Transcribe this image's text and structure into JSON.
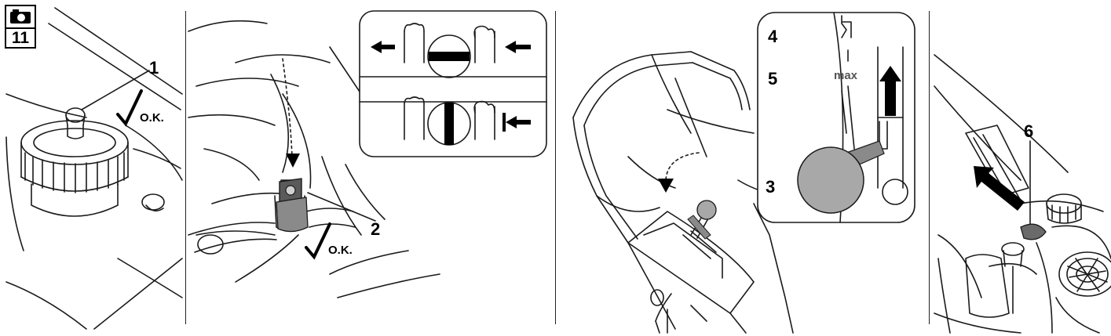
{
  "figure": {
    "number": "11",
    "camera_icon": "camera-icon"
  },
  "panels": [
    {
      "id": "panel-1",
      "callouts": [
        {
          "label": "1"
        }
      ],
      "check": {
        "text": "O.K."
      }
    },
    {
      "id": "panel-2",
      "callouts": [
        {
          "label": "2"
        }
      ],
      "check": {
        "text": "O.K."
      }
    },
    {
      "id": "panel-3",
      "callouts": [
        {
          "label": "4"
        },
        {
          "label": "5"
        },
        {
          "label": "3"
        }
      ],
      "scale_text": "max"
    },
    {
      "id": "panel-4",
      "callouts": [
        {
          "label": "6"
        }
      ]
    }
  ],
  "colors": {
    "ink": "#000000",
    "fill_grey": "#a8a8a8",
    "background": "#ffffff"
  }
}
